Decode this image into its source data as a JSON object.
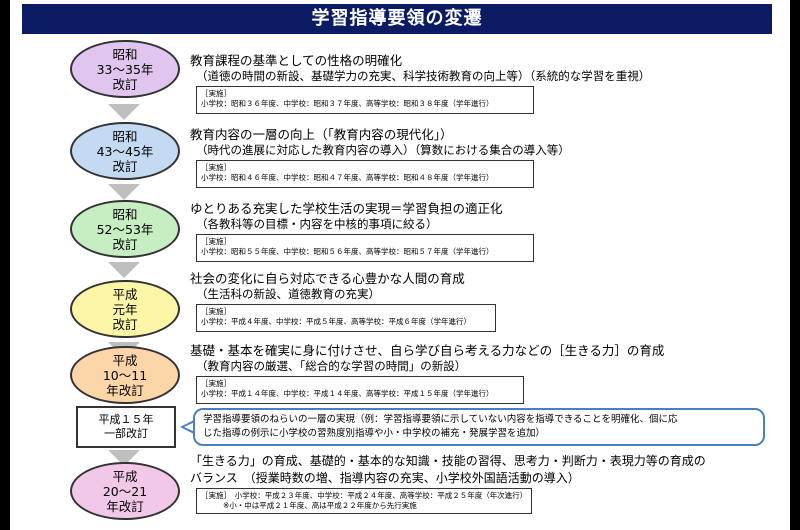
{
  "title": "学習指導要領の変遷",
  "colors": {
    "title_bg": "#0b1b63",
    "ellipse_1": "#e0c6ee",
    "ellipse_2": "#c3daf2",
    "ellipse_3": "#c6eec2",
    "ellipse_4": "#fdf6a6",
    "ellipse_5": "#fcd5a8",
    "ellipse_6": "#f2c8e8",
    "callout_border": "#4a7fc1"
  },
  "revisions": [
    {
      "label": [
        "昭和",
        "33～35年",
        "改訂"
      ],
      "headline": "教育課程の基準としての性格の明確化",
      "sub": "（道徳の時間の新設、基礎学力の充実、科学技術教育の向上等）（系統的な学習を重視）",
      "impl_label": "［実施］",
      "impl": "小学校：昭和３６年度、中学校：昭和３７年度、高等学校：昭和３８年度（学年進行）"
    },
    {
      "label": [
        "昭和",
        "43～45年",
        "改訂"
      ],
      "headline": "教育内容の一層の向上（「教育内容の現代化」）",
      "sub": "（時代の進展に対応した教育内容の導入）（算数における集合の導入等）",
      "impl_label": "［実施］",
      "impl": "小学校：昭和４６年度、中学校：昭和４７年度、高等学校：昭和４８年度（学年進行）"
    },
    {
      "label": [
        "昭和",
        "52～53年",
        "改訂"
      ],
      "headline": "ゆとりある充実した学校生活の実現＝学習負担の適正化",
      "sub": "（各教科等の目標・内容を中核的事項に絞る）",
      "impl_label": "［実施］",
      "impl": "小学校：昭和５５年度、中学校：昭和５６年度、高等学校：昭和５７年度（学年進行）"
    },
    {
      "label": [
        "平成",
        "元年",
        "改訂"
      ],
      "headline": "社会の変化に自ら対応できる心豊かな人間の育成",
      "sub": "（生活科の新設、道徳教育の充実）",
      "impl_label": "［実施］",
      "impl": "小学校：平成４年度、中学校：平成５年度、高等学校：平成６年度（学年進行）"
    },
    {
      "label": [
        "平成",
        "10～11",
        "年改訂"
      ],
      "headline": "基礎・基本を確実に身に付けさせ、自ら学び自ら考える力などの［生きる力］の育成",
      "sub": "（教育内容の厳選、「総合的な学習の時間」の新設）",
      "impl_label": "［実施］",
      "impl": "小学校：平成１４年度、中学校：平成１４年度、高等学校：平成１５年度（学年進行）"
    }
  ],
  "partial": {
    "label": [
      "平成１５年",
      "一部改訂"
    ],
    "callout_line1": "学習指導要領のねらいの一層の実現（例：学習指導要領に示していない内容を指導できることを明確化、個に応",
    "callout_line2": "じた指導の例示に小学校の習熟度別指導や小・中学校の補充・発展学習を追加）"
  },
  "latest": {
    "label": [
      "平成",
      "20～21",
      "年改訂"
    ],
    "headline_line1": "「生きる力」の育成、基礎的・基本的な知識・技能の習得、思考力・判断力・表現力等の育成の",
    "headline_line2": "バランス　（授業時数の増、指導内容の充実、小学校外国語活動の導入）",
    "impl_line1": "［実施］　小学校：平成２３年度、中学校：平成２４年度、高等学校：平成２５年度（年次進行）",
    "impl_line2": "※小・中は平成２１年度、高は平成２２年度から先行実施"
  }
}
